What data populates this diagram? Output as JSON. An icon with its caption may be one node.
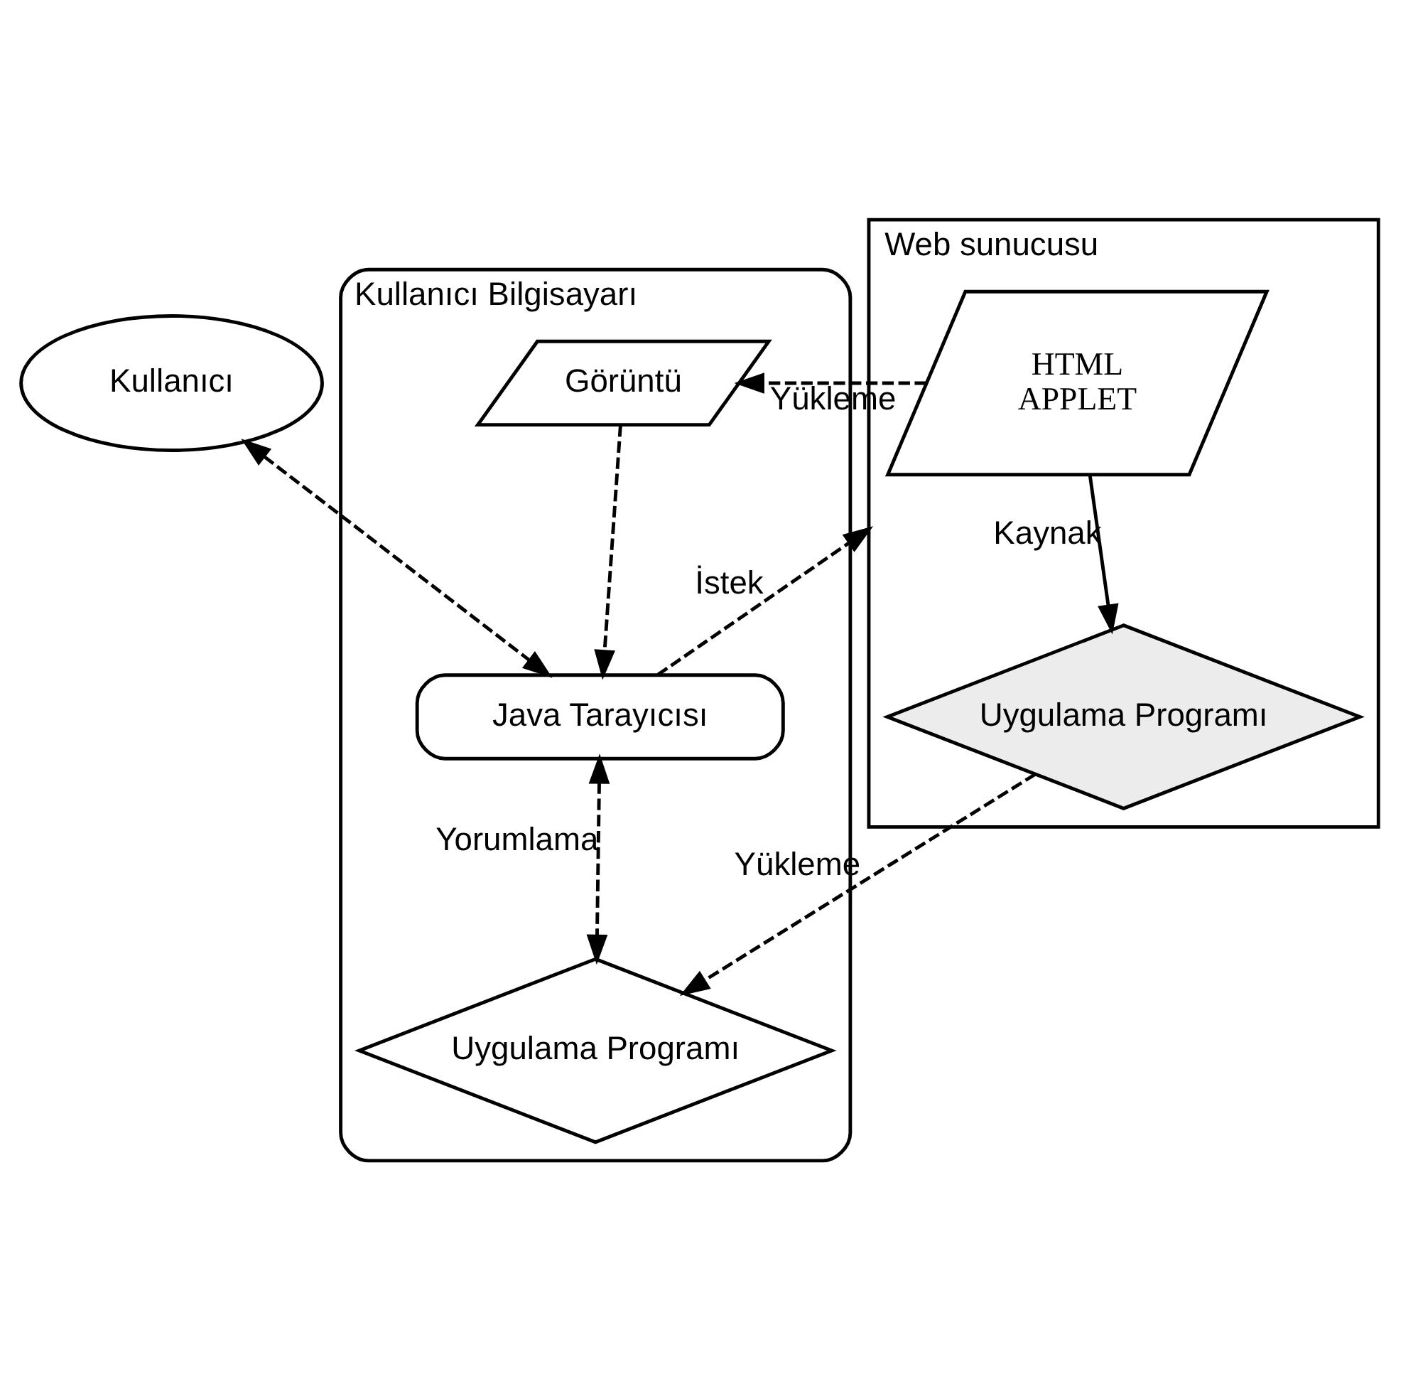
{
  "diagram": {
    "nodes": [
      {
        "text": [
          "Kullanıcı"
        ]
      },
      {
        "text": [
          "Kullanıcı Bilgisayarı"
        ]
      },
      {
        "text": [
          "Java Tarayıcısı"
        ],
        "in": 1
      },
      {
        "text": [
          "Görüntü"
        ],
        "in": 1
      },
      {
        "text": [
          "Uygulama Programı"
        ],
        "in": 1
      },
      {
        "text": [
          "Web sunucusu"
        ]
      },
      {
        "text": [
          "HTML",
          "APPLET"
        ],
        "in": 5
      },
      {
        "text": [
          "Uygulama Programı"
        ],
        "in": 5
      }
    ],
    "edges": [
      {
        "from": 0,
        "to": 2,
        "arrow": "both",
        "style": "dashed"
      },
      {
        "from": 2,
        "to": 5,
        "arrow": "to",
        "label": "İstek",
        "style": "dashed"
      },
      {
        "from": 6,
        "to": 3,
        "arrow": "to",
        "label": "Yükleme",
        "style": "dashed"
      },
      {
        "from": 3,
        "to": 2,
        "arrow": "to",
        "style": "dashed"
      },
      {
        "from": 2,
        "to": 4,
        "arrow": "both",
        "label": "Yorumlama",
        "style": "dashed"
      },
      {
        "from": 6,
        "to": 7,
        "arrow": "to",
        "label": "Kaynak"
      },
      {
        "from": 7,
        "to": 4,
        "arrow": "to",
        "label": "Yükleme",
        "style": "dashed"
      }
    ]
  }
}
